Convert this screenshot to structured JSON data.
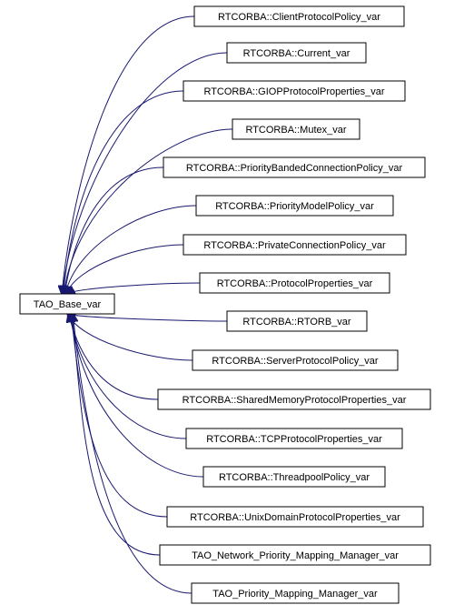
{
  "base": {
    "label": "TAO_Base_var"
  },
  "derived": [
    {
      "label": "RTCORBA::ClientProtocolPolicy_var"
    },
    {
      "label": "RTCORBA::Current_var"
    },
    {
      "label": "RTCORBA::GIOPProtocolProperties_var"
    },
    {
      "label": "RTCORBA::Mutex_var"
    },
    {
      "label": "RTCORBA::PriorityBandedConnectionPolicy_var"
    },
    {
      "label": "RTCORBA::PriorityModelPolicy_var"
    },
    {
      "label": "RTCORBA::PrivateConnectionPolicy_var"
    },
    {
      "label": "RTCORBA::ProtocolProperties_var"
    },
    {
      "label": "RTCORBA::RTORB_var"
    },
    {
      "label": "RTCORBA::ServerProtocolPolicy_var"
    },
    {
      "label": "RTCORBA::SharedMemoryProtocolProperties_var"
    },
    {
      "label": "RTCORBA::TCPProtocolProperties_var"
    },
    {
      "label": "RTCORBA::ThreadpoolPolicy_var"
    },
    {
      "label": "RTCORBA::UnixDomainProtocolProperties_var"
    },
    {
      "label": "TAO_Network_Priority_Mapping_Manager_var"
    },
    {
      "label": "TAO_Priority_Mapping_Manager_var"
    }
  ],
  "colors": {
    "edge": "#191970",
    "arrowhead": "#191970",
    "node_border": "#000000"
  }
}
